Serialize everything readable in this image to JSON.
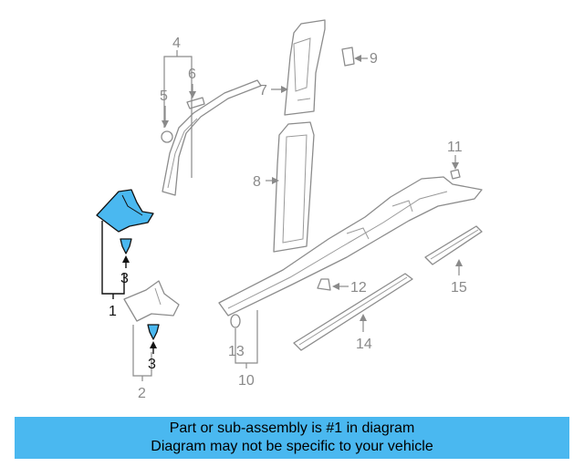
{
  "diagram": {
    "callouts": {
      "c1": "1",
      "c2": "2",
      "c3a": "3",
      "c3b": "3",
      "c4": "4",
      "c5": "5",
      "c6": "6",
      "c7": "7",
      "c8": "8",
      "c9": "9",
      "c10": "10",
      "c11": "11",
      "c12": "12",
      "c13": "13",
      "c14": "14",
      "c15": "15"
    },
    "highlight_color": "#4ab8f0"
  },
  "banner": {
    "line1": "Part or sub-assembly is #1 in diagram",
    "line2": "Diagram may not be specific to your vehicle",
    "color": "#4ab8f0"
  }
}
